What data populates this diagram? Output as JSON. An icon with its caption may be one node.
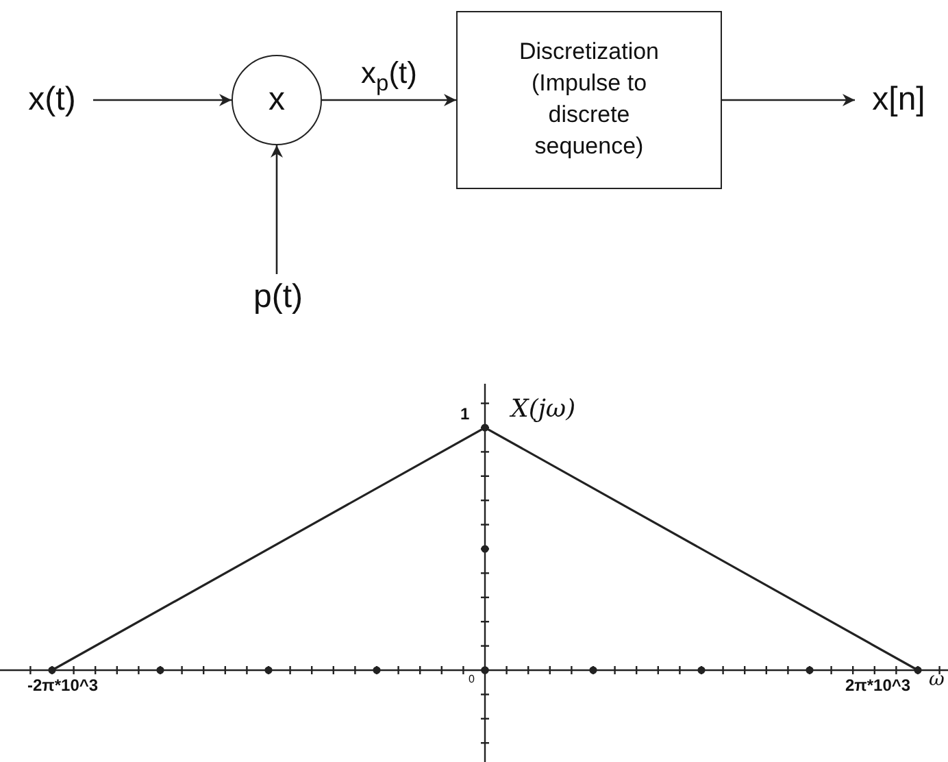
{
  "diagram": {
    "nodes": [
      {
        "text": [
          "x(t)"
        ]
      },
      {
        "text": [
          "x"
        ]
      },
      {
        "text": [
          "Discretization (Impulse to discrete sequence)"
        ]
      },
      {
        "text": [
          "x[n]"
        ]
      },
      {
        "text": [
          "p(t)"
        ]
      }
    ],
    "edges": [
      {
        "from": 0,
        "to": 1,
        "arrow": "to"
      },
      {
        "from": 1,
        "to": 2,
        "arrow": "to",
        "label": "x$_{p}$(t)"
      },
      {
        "from": 2,
        "to": 3,
        "arrow": "to"
      },
      {
        "from": 4,
        "to": 1,
        "arrow": "to"
      }
    ],
    "labels": [
      "1",
      "X(jω)",
      "-2π*10^3",
      "0",
      "2π*10^3",
      "ω"
    ]
  }
}
